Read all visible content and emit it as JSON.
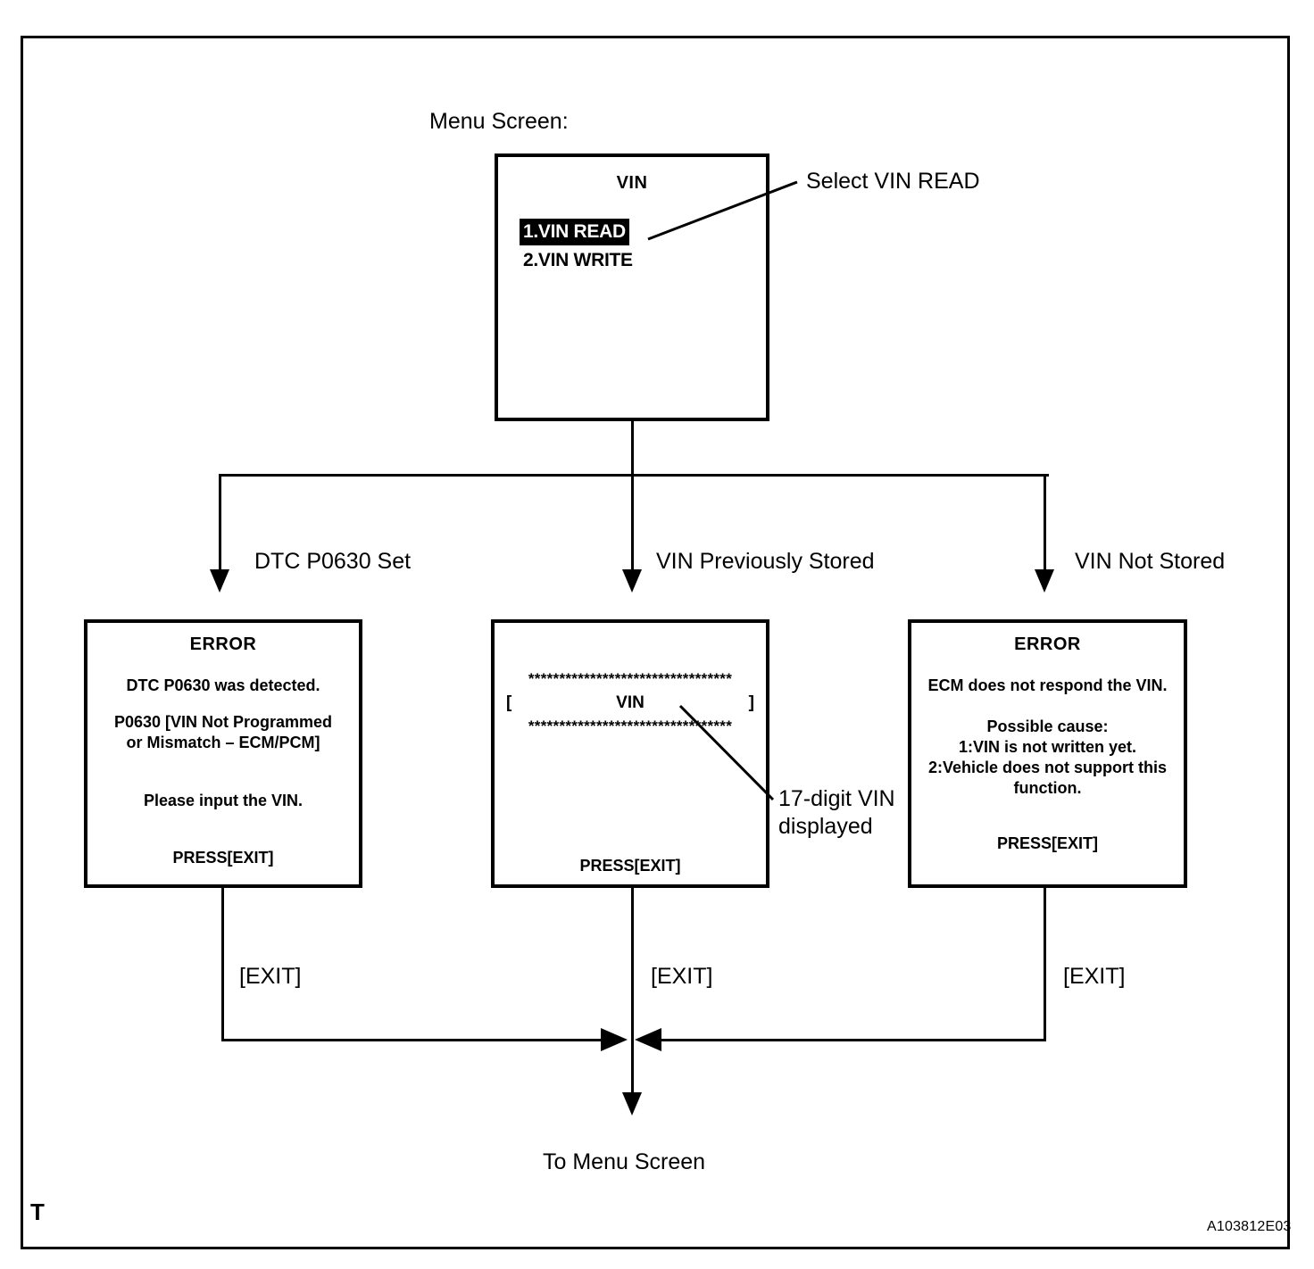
{
  "figure": {
    "code": "A103812E03",
    "corner_mark": "T"
  },
  "menu": {
    "caption": "Menu Screen:",
    "screen_title": "VIN",
    "items": [
      {
        "label": "1.VIN READ",
        "selected": true
      },
      {
        "label": "2.VIN WRITE",
        "selected": false
      }
    ],
    "annotation": "Select VIN READ"
  },
  "branches": [
    {
      "label": "DTC P0630 Set"
    },
    {
      "label": "VIN Previously Stored"
    },
    {
      "label": "VIN Not Stored"
    }
  ],
  "screens": {
    "error_dtc": {
      "title": "ERROR",
      "lines": [
        "DTC P0630 was detected.",
        "P0630  [VIN Not Programmed",
        "or Mismatch – ECM/PCM]",
        "Please input the VIN."
      ],
      "press": "PRESS[EXIT]"
    },
    "vin_display": {
      "asterisks": "*********************************",
      "left_bracket": "[",
      "value": "VIN",
      "right_bracket": "]",
      "press": "PRESS[EXIT]",
      "annotation_line1": "17-digit VIN",
      "annotation_line2": "displayed"
    },
    "error_no_response": {
      "title": "ERROR",
      "lines": [
        "ECM does not respond the VIN.",
        "Possible cause:",
        "1:VIN is not written yet.",
        "2:Vehicle does not support this",
        "function."
      ],
      "press": "PRESS[EXIT]"
    }
  },
  "exits": {
    "left_label": "[EXIT]",
    "middle_label": "[EXIT]",
    "right_label": "[EXIT]"
  },
  "footer": {
    "to_menu": "To Menu Screen"
  },
  "colors": {
    "ink": "#000000",
    "paper": "#ffffff"
  }
}
